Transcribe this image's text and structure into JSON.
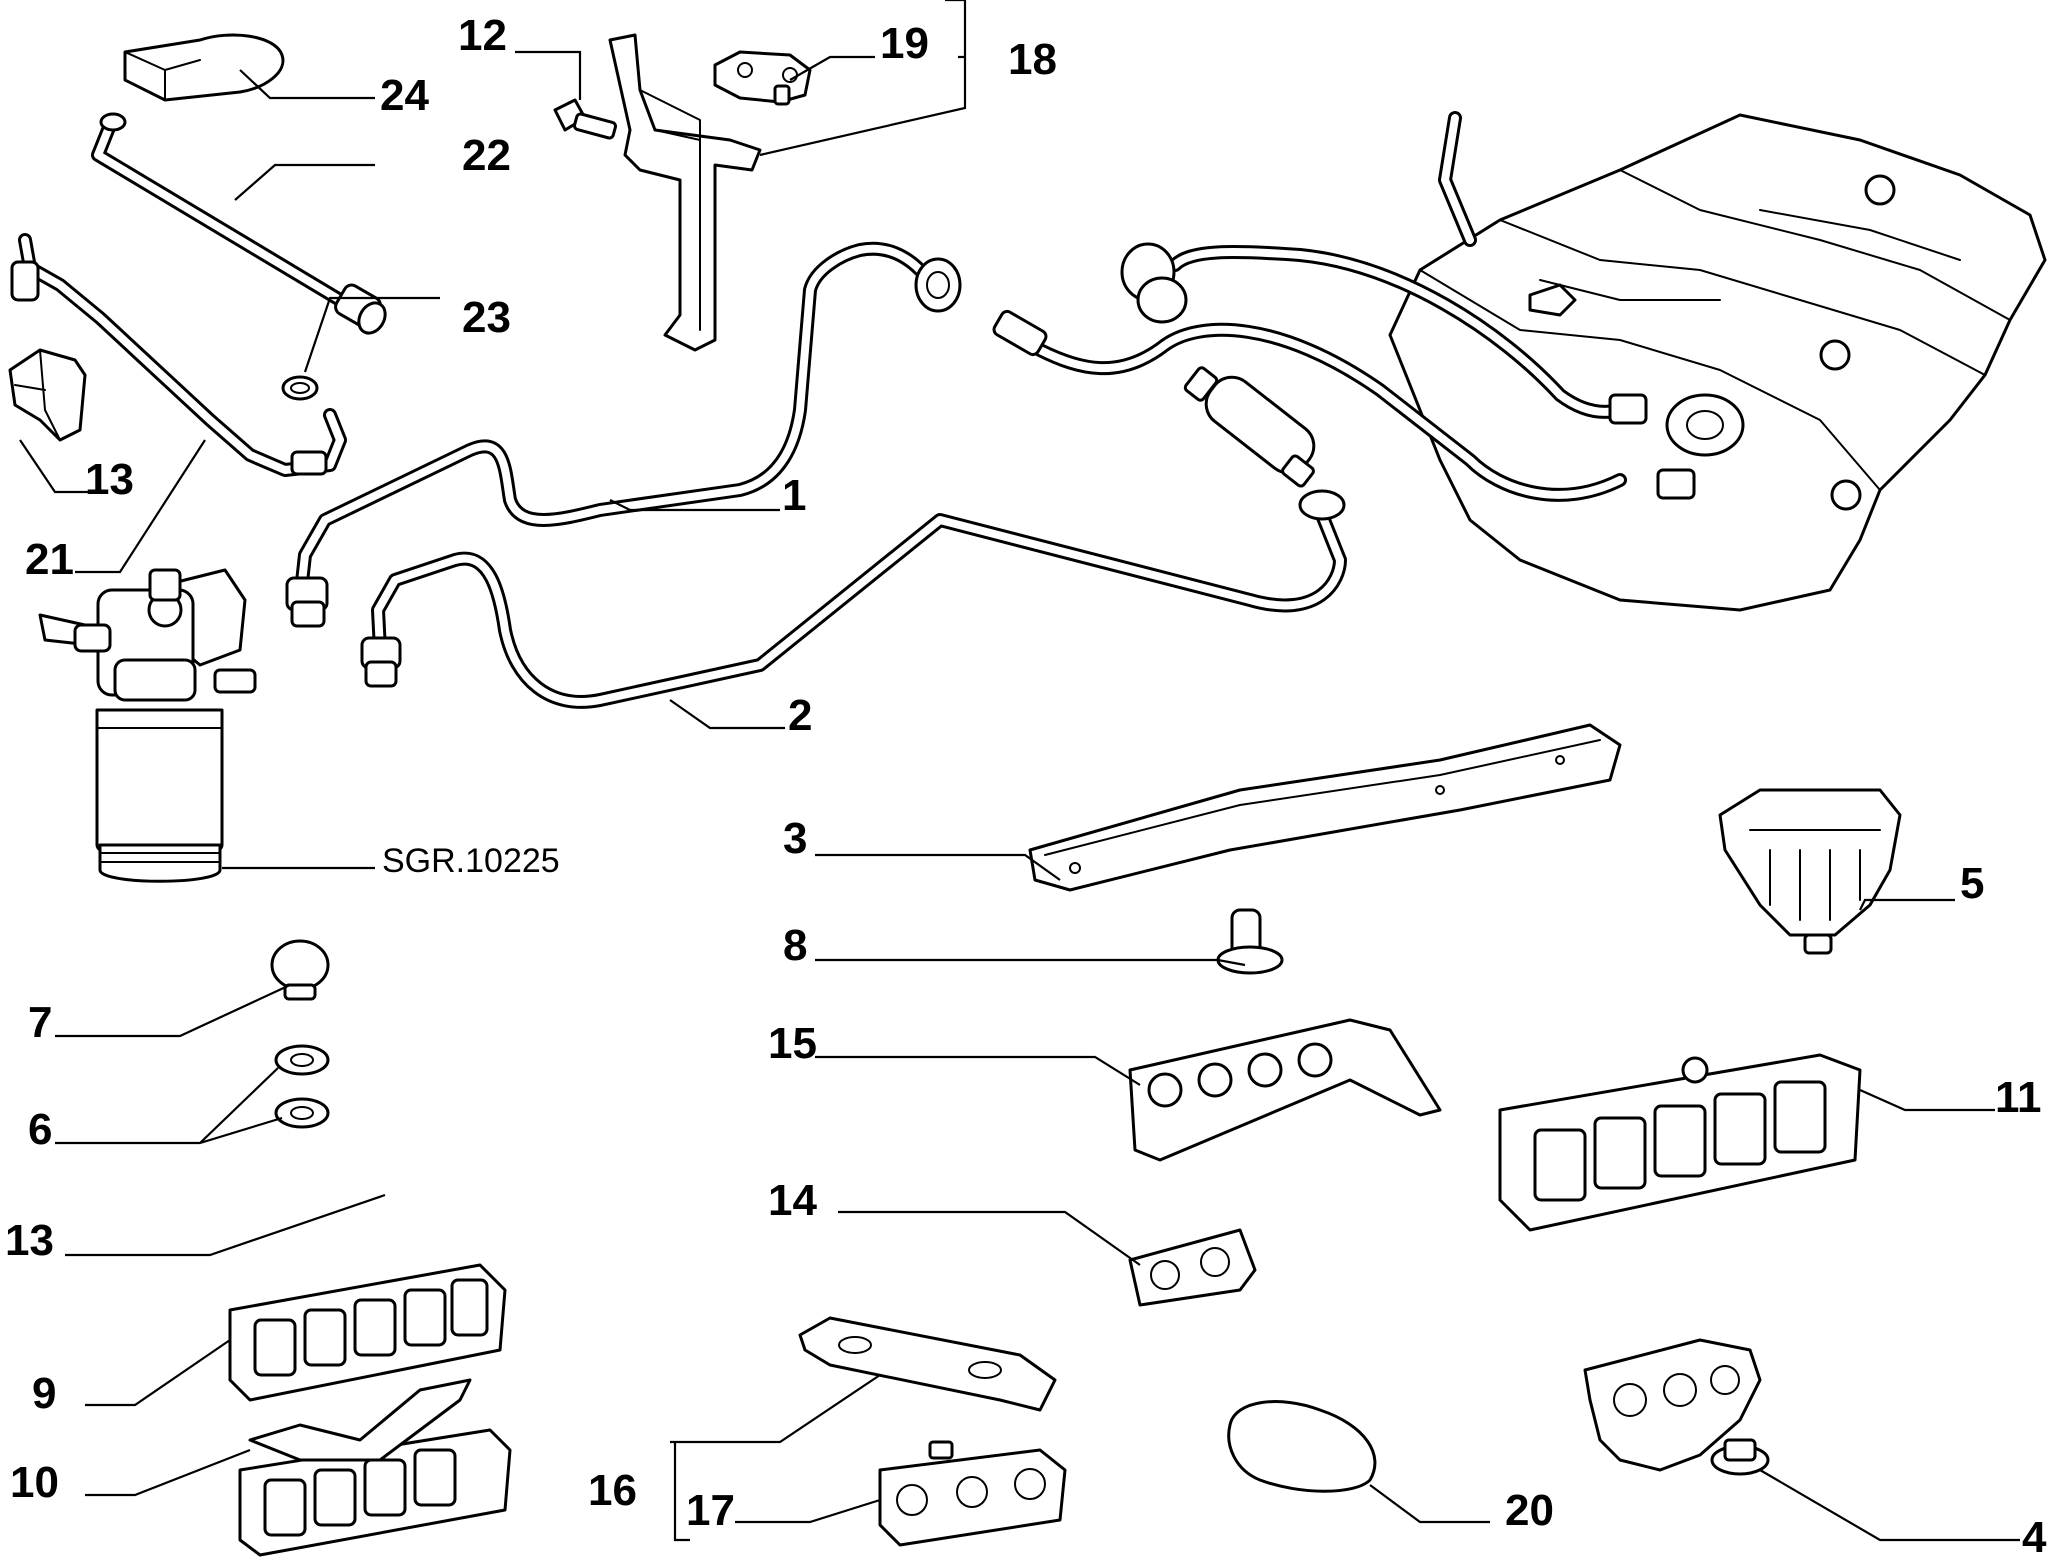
{
  "drawing": {
    "reference_code": "SGR.10225",
    "callouts": {
      "c1": "1",
      "c2": "2",
      "c3": "3",
      "c4": "4",
      "c5": "5",
      "c6": "6",
      "c7": "7",
      "c8": "8",
      "c9": "9",
      "c10": "10",
      "c11": "11",
      "c12": "12",
      "c13a": "13",
      "c13b": "13",
      "c14": "14",
      "c15": "15",
      "c16": "16",
      "c17": "17",
      "c18": "18",
      "c19": "19",
      "c20": "20",
      "c21": "21",
      "c22": "22",
      "c23": "23",
      "c24": "24"
    }
  }
}
